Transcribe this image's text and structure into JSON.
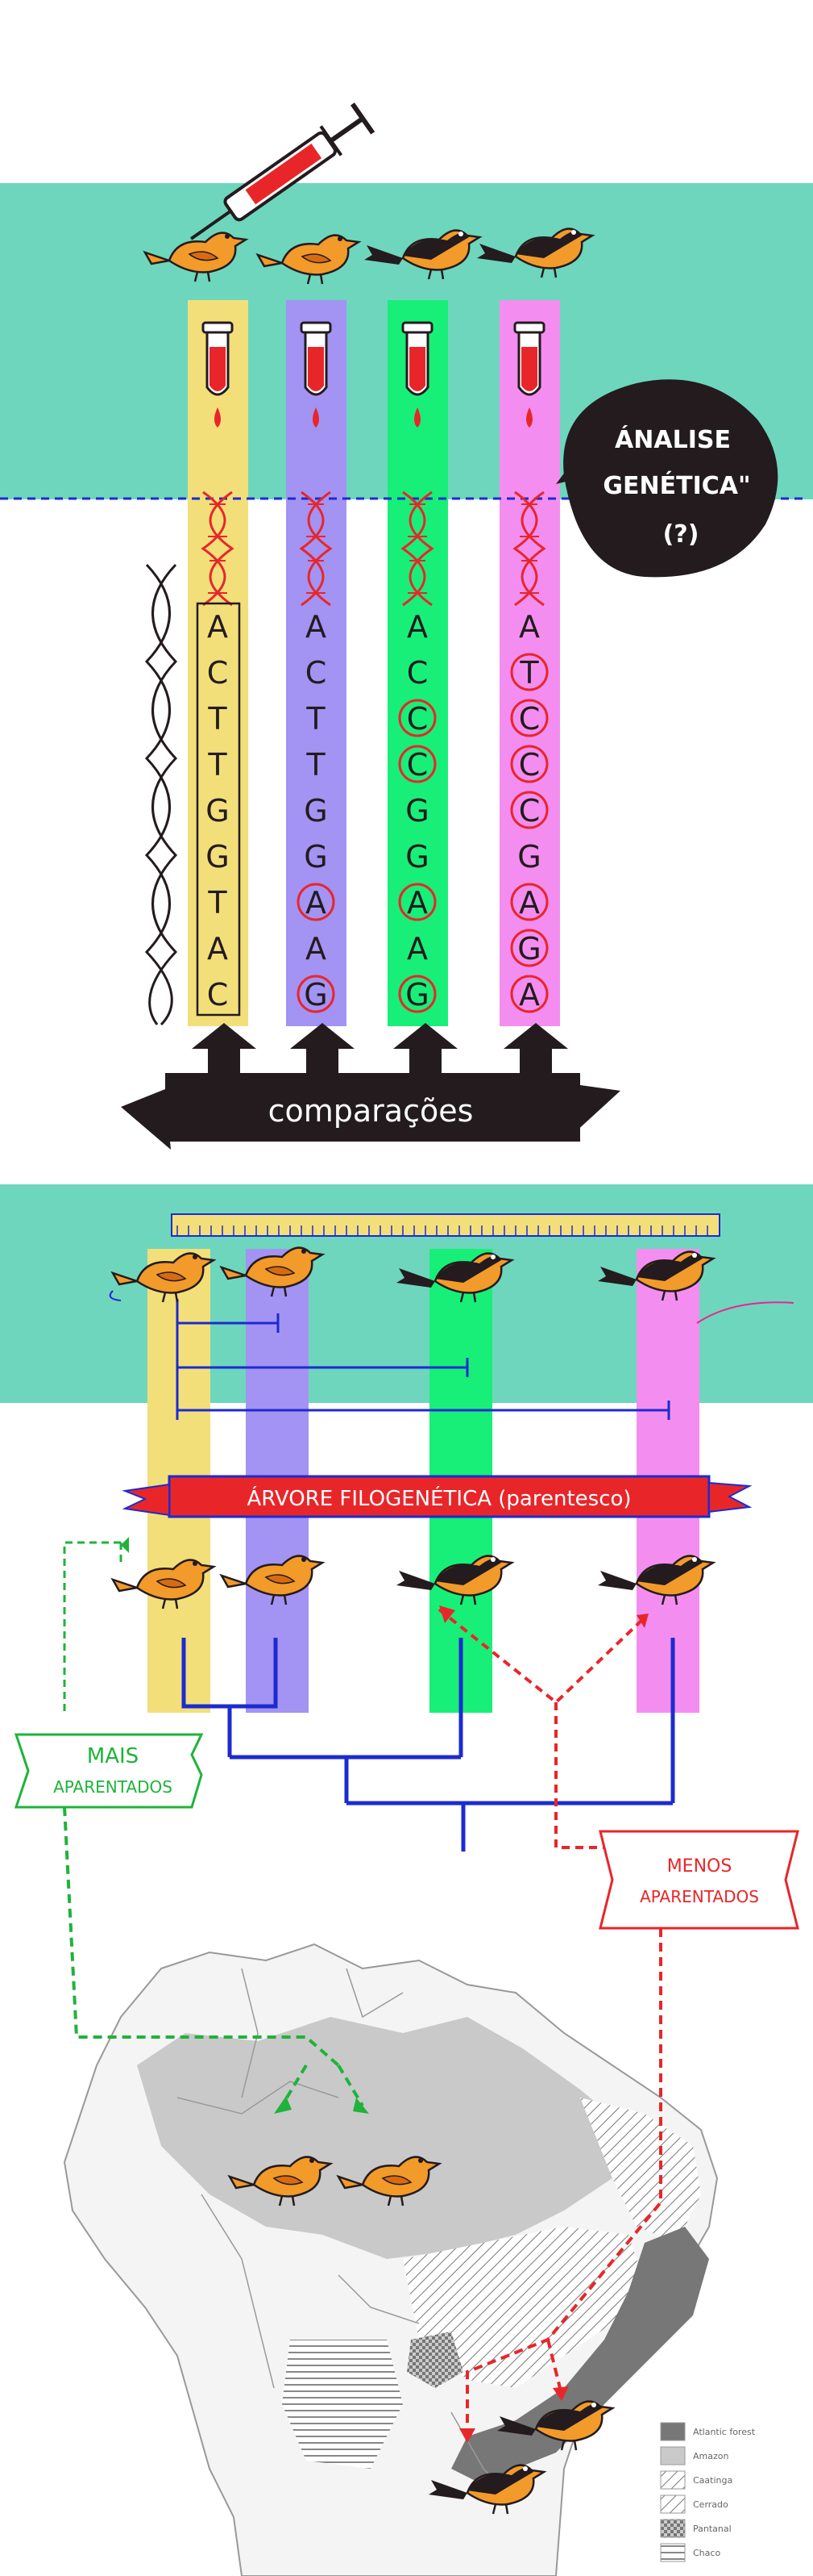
{
  "top": {
    "speech_bubble": [
      "ÁNALISE",
      "GENÉTICA\"",
      "(?)"
    ],
    "sequences": [
      [
        "A",
        "C",
        "T",
        "T",
        "G",
        "G",
        "T",
        "A",
        "C"
      ],
      [
        "A",
        "C",
        "T",
        "T",
        "G",
        "G",
        "A",
        "A",
        "G"
      ],
      [
        "A",
        "C",
        "C",
        "C",
        "G",
        "G",
        "A",
        "A",
        "G"
      ],
      [
        "A",
        "T",
        "C",
        "C",
        "C",
        "G",
        "A",
        "G",
        "A"
      ]
    ],
    "circled": [
      [],
      [
        6,
        8
      ],
      [
        2,
        3,
        6,
        8
      ],
      [
        1,
        2,
        3,
        4,
        6,
        7,
        8
      ]
    ],
    "banner": "comparações"
  },
  "middle": {
    "title_ribbon": "ÁRVORE FILOGENÉTICA (parentesco)",
    "more_related": [
      "MAIS",
      "APARENTADOS"
    ],
    "less_related": [
      "MENOS",
      "APARENTADOS"
    ]
  },
  "map": {
    "legend": [
      "Atlantic forest",
      "Amazon",
      "Caatinga",
      "Cerrado",
      "Pantanal",
      "Chaco"
    ]
  },
  "colors": {
    "teal": "#6ed6bd",
    "yellow": "#f3df7a",
    "purple": "#a393f3",
    "green": "#18ef78",
    "pink": "#f38ef0",
    "red": "#e8262a",
    "blue": "#1c2bd0",
    "dark": "#231b1e"
  }
}
